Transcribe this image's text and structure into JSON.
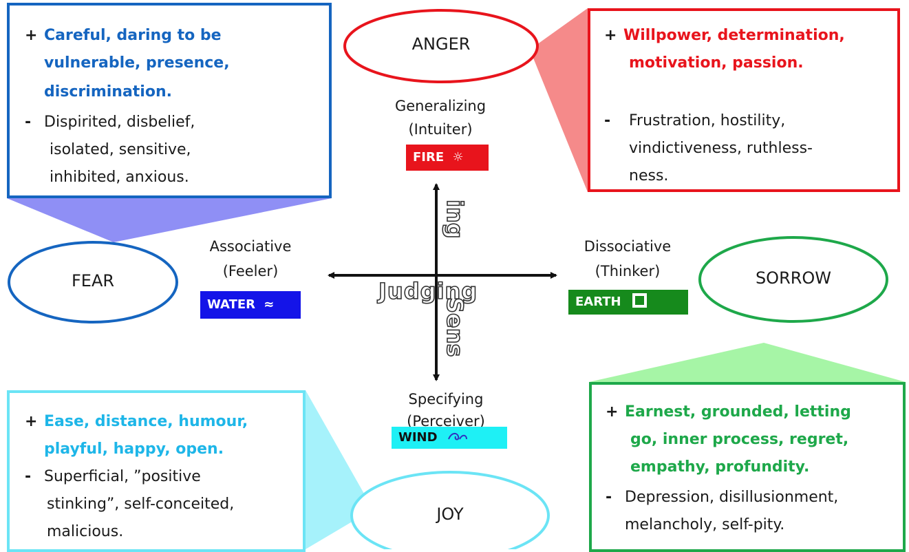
{
  "colors": {
    "fear": "#1565c0",
    "anger": "#e8141c",
    "joy": "#1eb6e8",
    "sorrow": "#1ea84a",
    "water_tag": "#1414e8",
    "fire_tag": "#e8141c",
    "earth_tag": "#168a1c",
    "wind_tag": "#1ef0f5"
  },
  "emotions": {
    "fear": "FEAR",
    "anger": "ANGER",
    "sorrow": "SORROW",
    "joy": "JOY"
  },
  "fear_box": {
    "positive": [
      "Careful, daring to be",
      "vulnerable, presence,",
      "discrimination."
    ],
    "negative": [
      "Dispirited, disbelief,",
      "isolated, sensitive,",
      "inhibited, anxious."
    ]
  },
  "anger_box": {
    "positive": [
      "Willpower, determination,",
      "motivation, passion."
    ],
    "negative": [
      "Frustration, hostility,",
      "vindictiveness, ruthless-",
      "ness."
    ]
  },
  "joy_box": {
    "positive": [
      "Ease, distance, humour,",
      "playful, happy, open."
    ],
    "negative": [
      "Superficial, ”positive",
      "stinking”, self-conceited,",
      "malicious."
    ]
  },
  "sorrow_box": {
    "positive": [
      "Earnest, grounded, letting",
      "go, inner process, regret,",
      "empathy, profundity."
    ],
    "negative": [
      "Depression, disillusionment,",
      "melancholy, self-pity."
    ]
  },
  "signs": {
    "plus": "+",
    "minus": "-"
  },
  "axes": {
    "top": [
      "Generalizing",
      "(Intuiter)"
    ],
    "left": [
      "Associative",
      "(Feeler)"
    ],
    "right": [
      "Dissociative",
      "(Thinker)"
    ],
    "bottom": [
      "Specifying",
      "(Perceiver)"
    ],
    "horizontal_word": "Judging",
    "vertical_word_top": "ing",
    "vertical_word_bottom": "Sens"
  },
  "elements": {
    "fire": "FIRE",
    "water": "WATER",
    "earth": "EARTH",
    "wind": "WIND",
    "fire_icon": "sun-icon",
    "water_icon": "approx-icon",
    "earth_icon": "square-icon",
    "wind_icon": "swirl-icon",
    "water_glyph": "≈",
    "fire_glyph": "☼",
    "wind_glyph": "࿅"
  }
}
